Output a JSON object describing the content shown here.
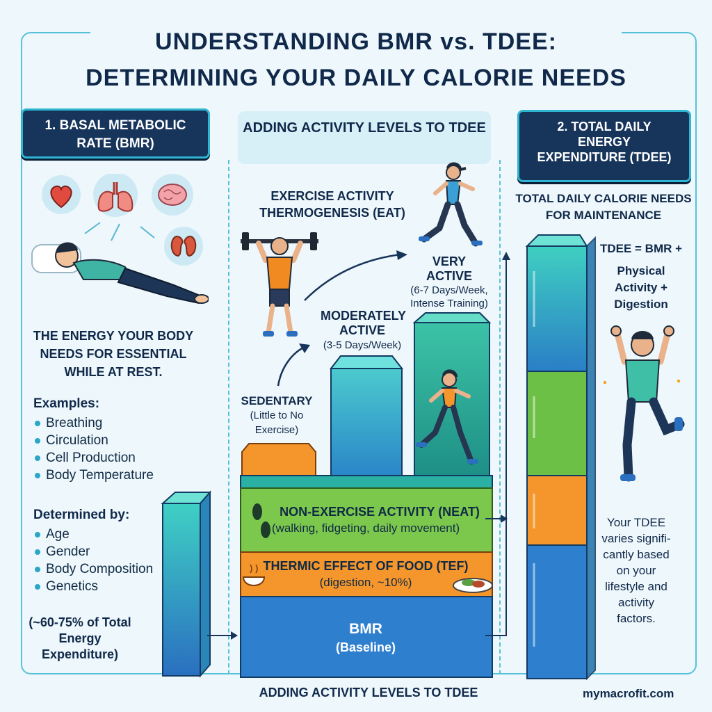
{
  "title": {
    "line1": "UNDERSTANDING BMR vs. TDEE:",
    "line2": "DETERMINING YOUR DAILY CALORIE NEEDS"
  },
  "bmr_panel": {
    "heading": "1. BASAL METABOLIC RATE (BMR)",
    "description": "THE ENERGY YOUR BODY NEEDS FOR ESSENTIAL WHILE AT REST.",
    "examples_label": "Examples:",
    "examples": [
      "Breathing",
      "Circulation",
      "Cell Production",
      "Body Temperature"
    ],
    "determined_label": "Determined by:",
    "factors": [
      "Age",
      "Gender",
      "Body Composition",
      "Genetics"
    ],
    "share_note": "(~60-75% of Total Energy Expenditure)"
  },
  "activity_panel": {
    "heading": "ADDING ACTIVITY LEVELS TO TDEE",
    "eat_label": "EXERCISE ACTIVITY THERMOGENESIS (EAT)",
    "levels": [
      {
        "name": "SEDENTARY",
        "detail": "(Little to No Exercise)"
      },
      {
        "name": "MODERATELY ACTIVE",
        "detail": "(3-5 Days/Week)"
      },
      {
        "name": "VERY ACTIVE",
        "detail": "(6-7 Days/Week, Intense Training)"
      }
    ],
    "neat_title": "NON-EXERCISE ACTIVITY (NEAT)",
    "neat_detail": "(walking, fidgeting, daily movement)",
    "tef_title": "THERMIC EFFECT OF FOOD (TEF)",
    "tef_detail": "(digestion, ~10%)",
    "bmr_title": "BMR",
    "bmr_detail": "(Baseline)",
    "footer": "ADDING ACTIVITY LEVELS TO TDEE"
  },
  "tdee_panel": {
    "heading": "2. TOTAL DAILY ENERGY EXPENDITURE (TDEE)",
    "subheading": "TOTAL DAILY CALORIE NEEDS FOR MAINTENANCE",
    "formula_line1": "TDEE = BMR +",
    "formula_line2": "Physical Activity + Digestion",
    "note": "Your TDEE varies signifi-cantly based on your lifestyle and activity factors."
  },
  "brand": "mymacrofit.com",
  "colors": {
    "navy": "#17345b",
    "teal": "#2fb5d1",
    "green": "#72c04a",
    "orange": "#f5962c",
    "blue": "#2f7fcf"
  },
  "icons": [
    "heart-icon",
    "lungs-icon",
    "brain-icon",
    "kidneys-icon",
    "footprints-icon",
    "food-bowl-icon",
    "plate-icon"
  ]
}
